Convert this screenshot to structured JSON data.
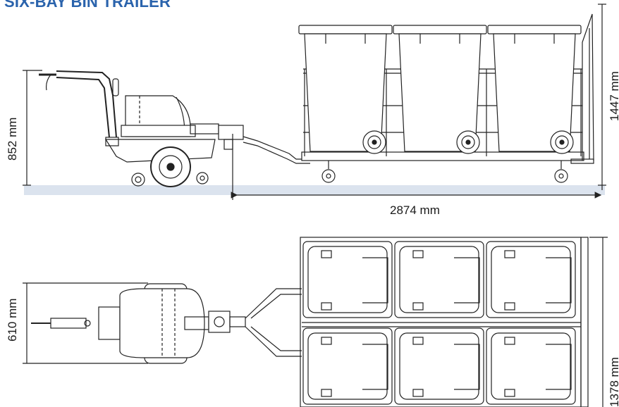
{
  "title": "SIX-BAY BIN TRAILER",
  "dimensions": {
    "side_height_tug": "852 mm",
    "side_height_trailer": "1447 mm",
    "side_length": "2874 mm",
    "top_width_tug": "610 mm",
    "top_width_trailer": "1378 mm"
  },
  "colors": {
    "title": "#2a63ac",
    "ground": "#dbe3ee",
    "line": "#222222"
  }
}
